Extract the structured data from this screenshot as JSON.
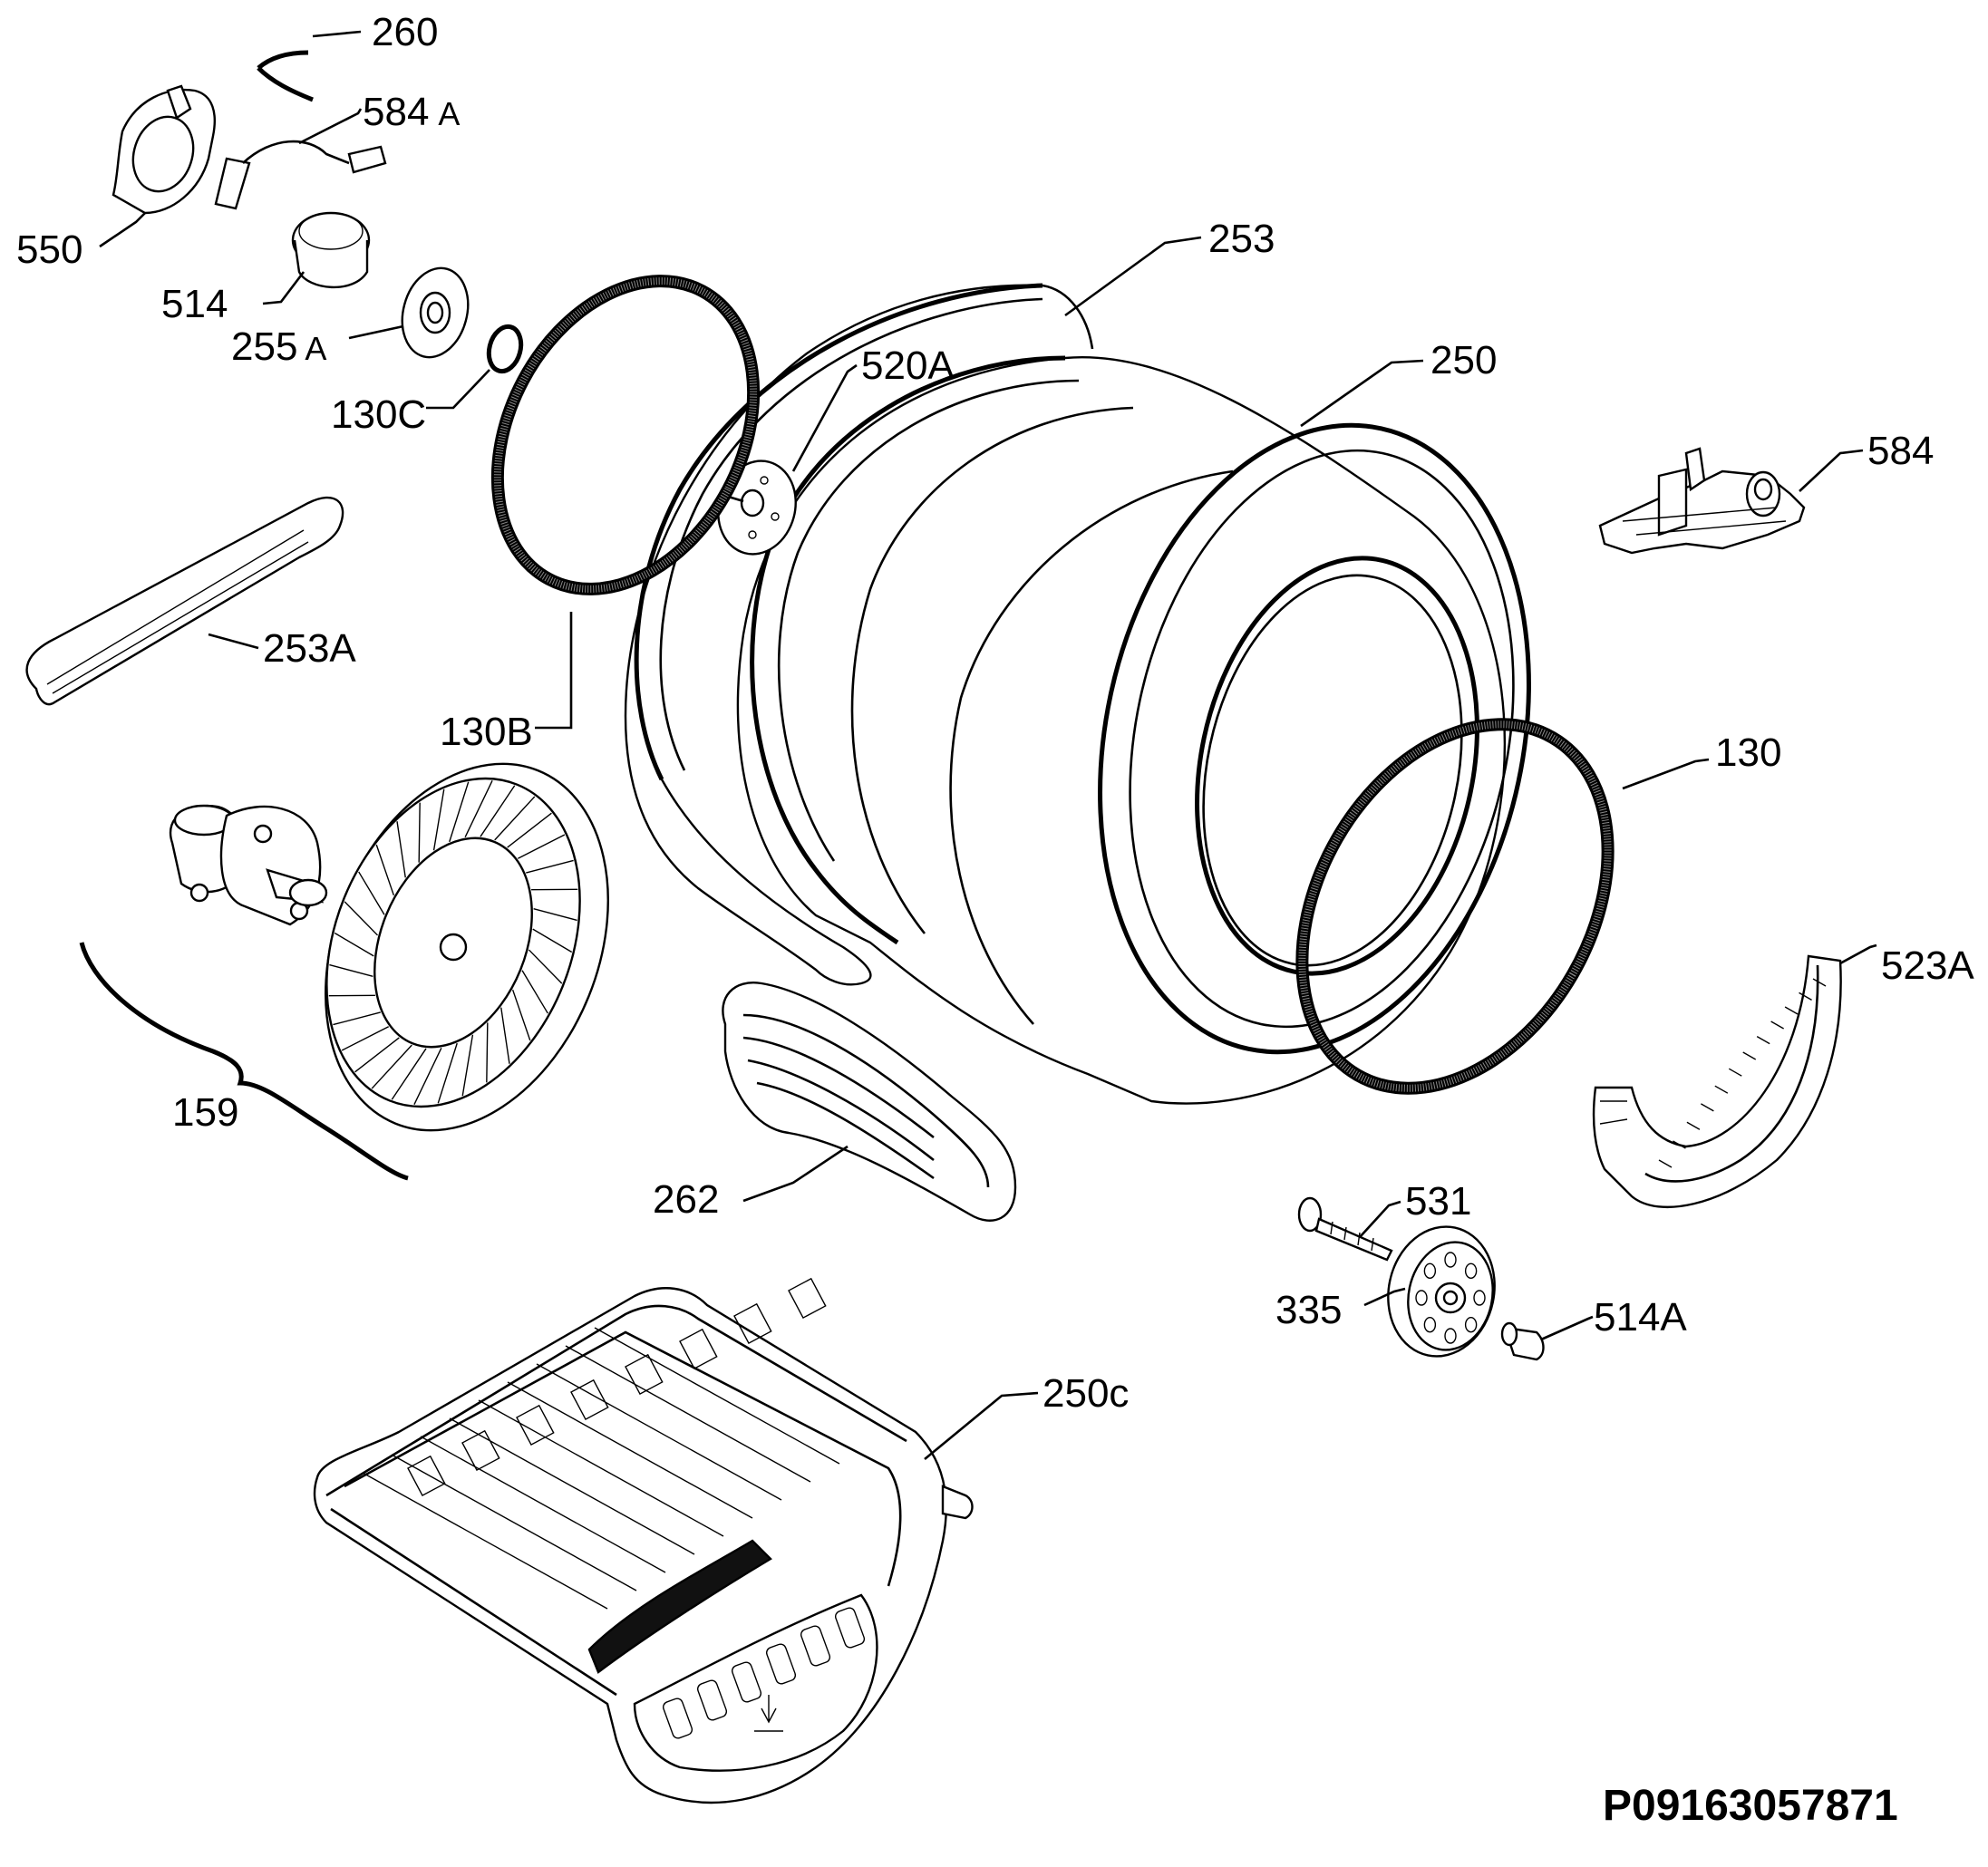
{
  "diagram": {
    "code": "P09163057871",
    "parts": [
      {
        "id": "260",
        "label": "260"
      },
      {
        "id": "584A",
        "label": "584",
        "suffix": "A"
      },
      {
        "id": "550",
        "label": "550"
      },
      {
        "id": "514",
        "label": "514"
      },
      {
        "id": "255A",
        "label": "255",
        "suffix": "A"
      },
      {
        "id": "130C",
        "label": "130C"
      },
      {
        "id": "253",
        "label": "253"
      },
      {
        "id": "520A",
        "label": "520A"
      },
      {
        "id": "250",
        "label": "250"
      },
      {
        "id": "584",
        "label": "584"
      },
      {
        "id": "253A",
        "label": "253A"
      },
      {
        "id": "130B",
        "label": "130B"
      },
      {
        "id": "130",
        "label": "130"
      },
      {
        "id": "159",
        "label": "159"
      },
      {
        "id": "523A",
        "label": "523A"
      },
      {
        "id": "262",
        "label": "262"
      },
      {
        "id": "531",
        "label": "531"
      },
      {
        "id": "335",
        "label": "335"
      },
      {
        "id": "514A",
        "label": "514A"
      },
      {
        "id": "250c",
        "label": "250c"
      }
    ]
  }
}
